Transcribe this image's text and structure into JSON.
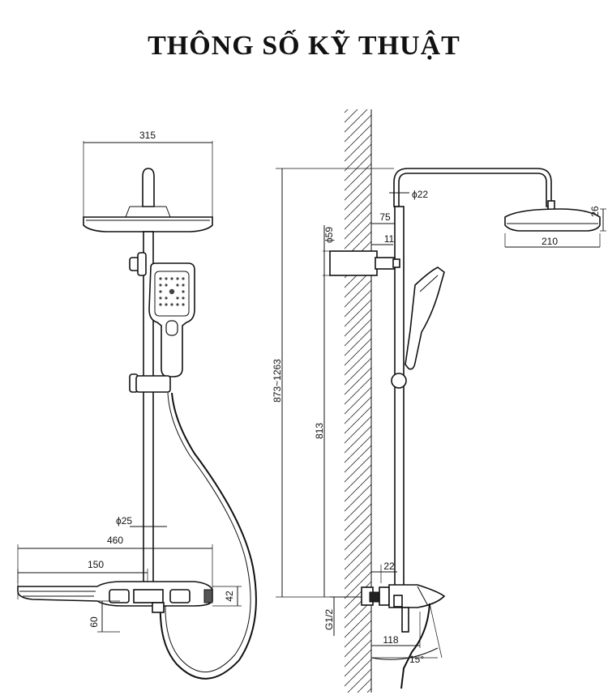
{
  "title": "THÔNG SỐ KỸ THUẬT",
  "front_view": {
    "head_width": "315",
    "rod_diameter": "ϕ25",
    "shelf_width": "460",
    "spout_width": "150",
    "body_height": "42",
    "spout_depth": "60"
  },
  "side_view": {
    "pipe_diameter": "ϕ22",
    "head_height": "26",
    "head_diameter": "210",
    "arm_offset": "75",
    "bracket_diameter": "ϕ59",
    "bracket_depth": "11",
    "height_range": "873~1263",
    "bracket_distance": "813",
    "inlet_offset": "22",
    "inlet_thread": "G1/2",
    "spout_reach": "118",
    "spout_angle": "15°"
  }
}
